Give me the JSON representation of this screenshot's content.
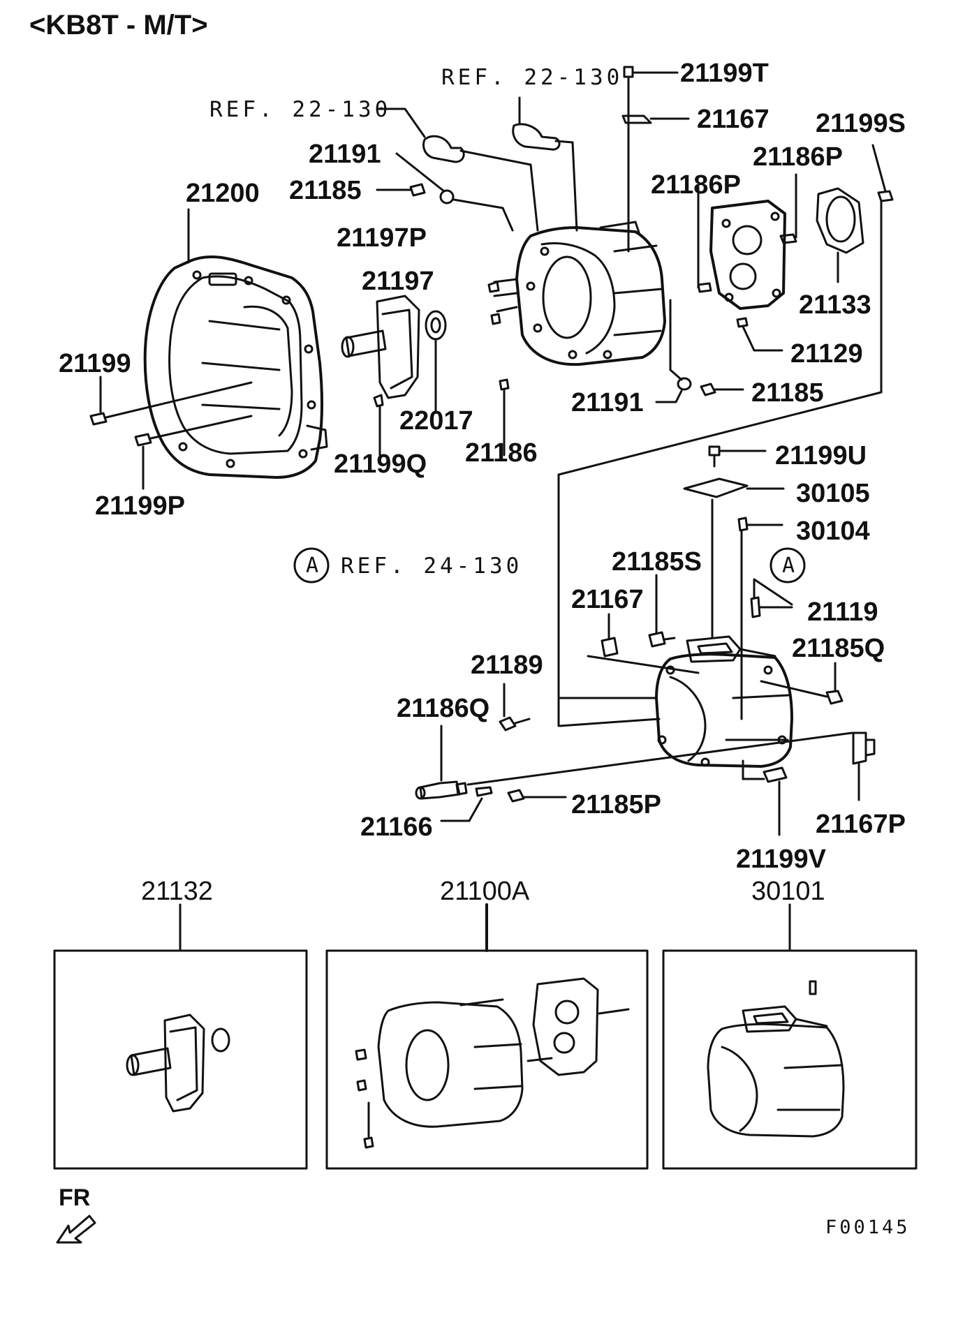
{
  "title": "<KB8T - M/T>",
  "drawing_code": "F00145",
  "direction_label": "FR",
  "callout_letter": "A",
  "references": {
    "ref_top_center": "REF. 22-130",
    "ref_top_left": "REF. 22-130",
    "ref_center": "REF. 24-130"
  },
  "part_labels": {
    "p21199T": "21199T",
    "p21167_top": "21167",
    "p21199S": "21199S",
    "p21191_top": "21191",
    "p21186P_a": "21186P",
    "p21186P_b": "21186P",
    "p21200": "21200",
    "p21185_top": "21185",
    "p21197P": "21197P",
    "p21197": "21197",
    "p21133": "21133",
    "p21199": "21199",
    "p21129": "21129",
    "p21191_mid": "21191",
    "p21185_mid": "21185",
    "p22017": "22017",
    "p21186": "21186",
    "p21199Q": "21199Q",
    "p21199P": "21199P",
    "p21199U": "21199U",
    "p30105": "30105",
    "p30104": "30104",
    "p21185S": "21185S",
    "p21167_mid": "21167",
    "p21119": "21119",
    "p21185Q": "21185Q",
    "p21189": "21189",
    "p21186Q": "21186Q",
    "p21185P": "21185P",
    "p21166": "21166",
    "p21167P": "21167P",
    "p21199V": "21199V"
  },
  "assemblies": {
    "a21132": "21132",
    "a21100A": "21100A",
    "a30101": "30101"
  }
}
